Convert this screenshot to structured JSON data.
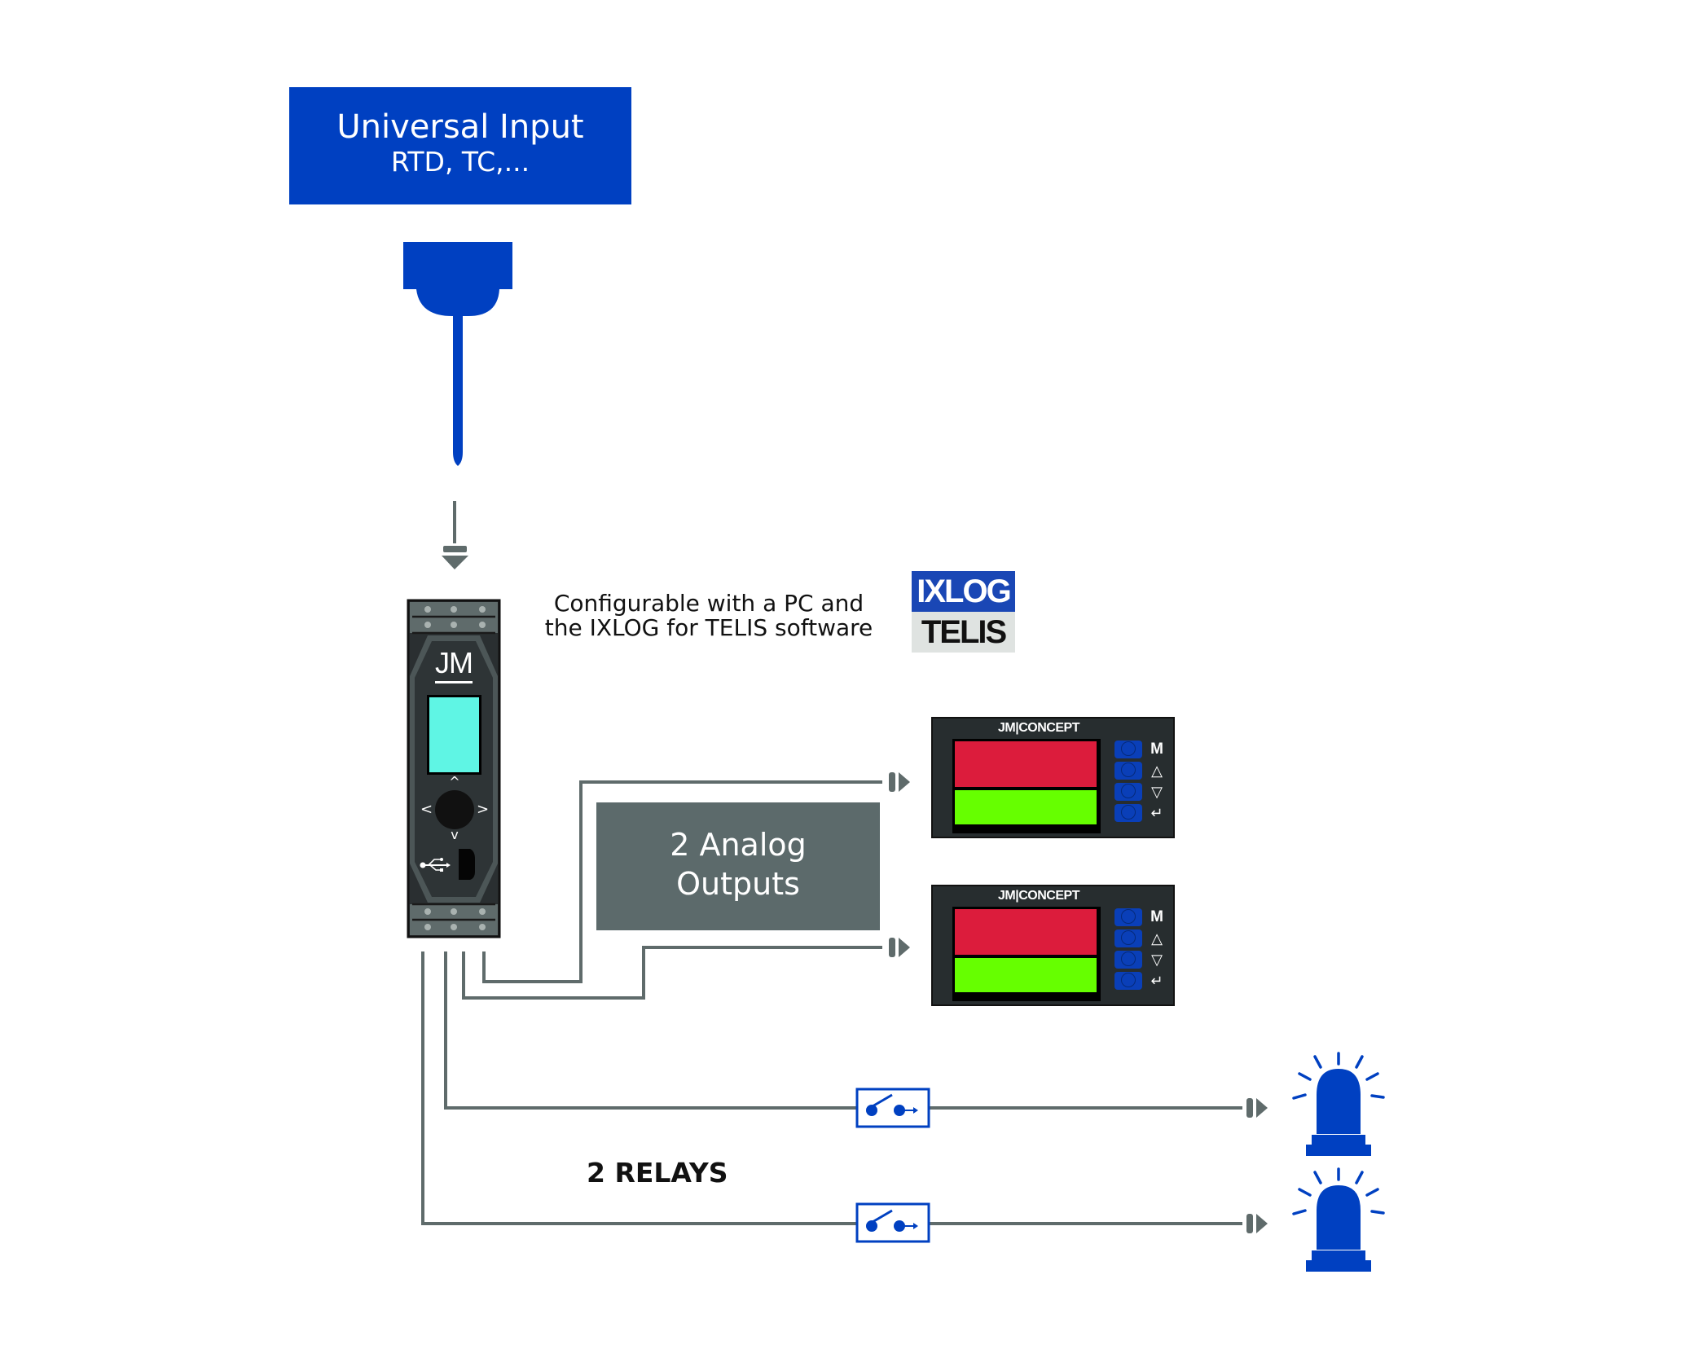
{
  "input_block": {
    "title": "Universal Input",
    "subtitle": "RTD, TC,..."
  },
  "configuration": {
    "line1": "Configurable with a PC and",
    "line2": "the IXLOG for TELIS software"
  },
  "software_logo": {
    "top": "IXLOG",
    "bottom": "TELIS"
  },
  "module": {
    "brand": "JM",
    "nav": {
      "up": "^",
      "down": "v",
      "left": "<",
      "right": ">"
    }
  },
  "analog_outputs": {
    "line1": "2 Analog",
    "line2": "Outputs"
  },
  "displays": [
    {
      "brand": "JM|CONCEPT",
      "buttons": [
        "M",
        "△",
        "▽",
        "↵"
      ]
    },
    {
      "brand": "JM|CONCEPT",
      "buttons": [
        "M",
        "△",
        "▽",
        "↵"
      ]
    }
  ],
  "relays": {
    "label": "2 RELAYS",
    "count": 2
  },
  "colors": {
    "brand_blue": "#0040c1",
    "wire_gray": "#5f6b6b",
    "module_dark": "#2e3436",
    "screen_cyan": "#5ff5e4",
    "display_red": "#dc1c3c",
    "display_green": "#66ff00"
  }
}
